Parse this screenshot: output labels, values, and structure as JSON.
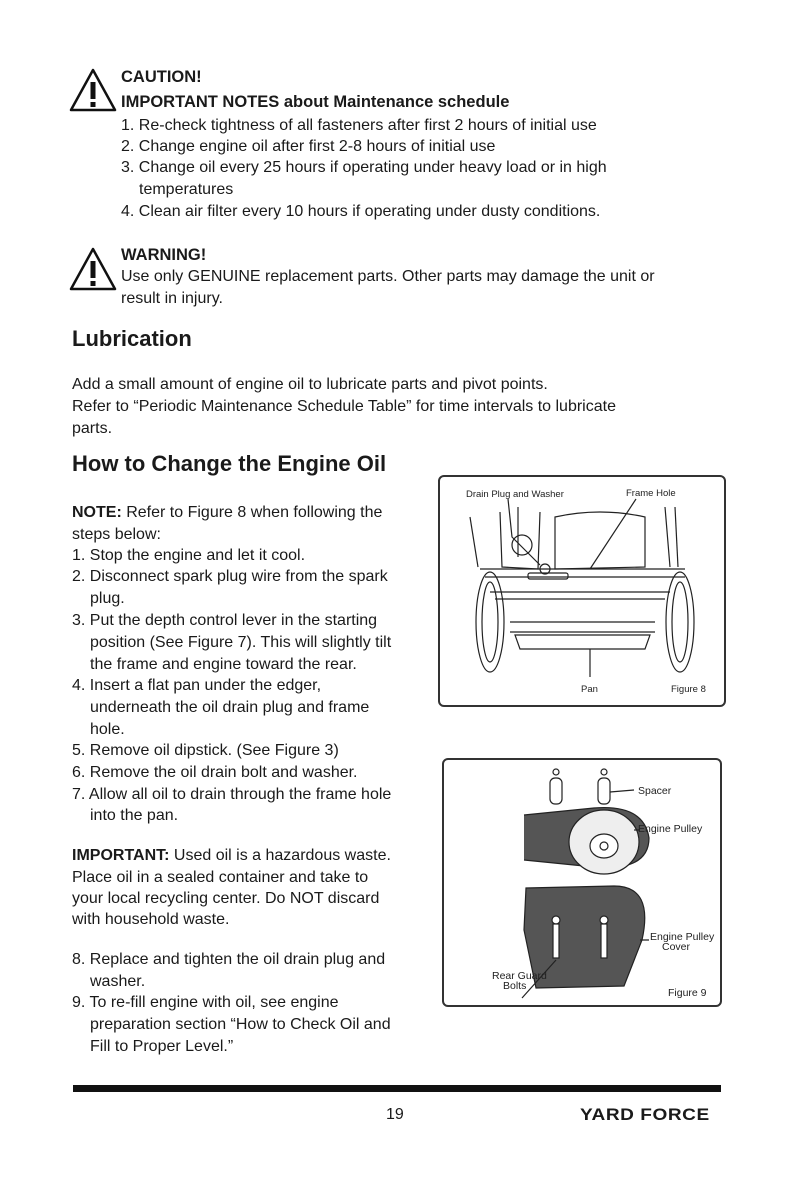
{
  "caution": {
    "heading": "CAUTION!",
    "subheading": "IMPORTANT NOTES about Maintenance schedule",
    "items": [
      "1. Re-check tightness of all fasteners after first 2 hours of initial use",
      "2. Change engine oil after first 2-8 hours of initial use",
      "3. Change oil every 25 hours if operating under heavy load or in high",
      "temperatures",
      "4. Clean air filter every 10 hours if operating under dusty conditions."
    ]
  },
  "warning": {
    "heading": "WARNING!",
    "lines": [
      "Use only GENUINE replacement parts. Other parts may damage the unit or",
      "result in injury."
    ]
  },
  "lubrication": {
    "title": "Lubrication",
    "lines": [
      "Add a small amount of engine oil to lubricate parts and pivot points.",
      "Refer to “Periodic Maintenance Schedule Table” for time intervals to lubricate",
      "parts."
    ]
  },
  "oil_change": {
    "title": "How to Change the Engine Oil",
    "note_label": "NOTE:",
    "note_rest": " Refer to Figure 8 when following the",
    "lines": [
      "steps below:",
      "1. Stop the engine and let it cool.",
      "2. Disconnect spark plug wire from the spark",
      "plug.",
      "3. Put the depth control lever in the starting",
      "position (See Figure 7). This will slightly tilt",
      "the frame and engine toward the rear.",
      "4. Insert a flat pan under the edger,",
      "underneath the oil drain plug and frame",
      "hole.",
      "5. Remove oil dipstick. (See Figure 3)",
      "6. Remove the oil drain bolt and washer.",
      "7. Allow all oil to drain through the frame hole",
      "into the pan."
    ],
    "important_label": "IMPORTANT:",
    "important_rest": " Used oil is a hazardous waste.",
    "important_lines": [
      "Place oil in a sealed container and take to",
      "your local recycling center. Do NOT discard",
      "with household waste."
    ],
    "final_lines": [
      "8. Replace and tighten the oil drain plug and",
      "washer.",
      "9. To re-fill engine with oil, see engine",
      "preparation section “How to Check Oil and",
      "Fill to Proper Level.”"
    ]
  },
  "figure8": {
    "label_drain": "Drain Plug and Washer",
    "label_frame": "Frame Hole",
    "label_pan": "Pan",
    "caption": "Figure 8"
  },
  "figure9": {
    "label_spacer": "Spacer",
    "label_pulley": "Engine Pulley",
    "label_cover_1": "Engine Pulley",
    "label_cover_2": "Cover",
    "label_bolts_1": "Rear Guard",
    "label_bolts_2": "Bolts",
    "caption": "Figure 9"
  },
  "footer": {
    "page_number": "19",
    "brand": "YARD FORCE"
  }
}
